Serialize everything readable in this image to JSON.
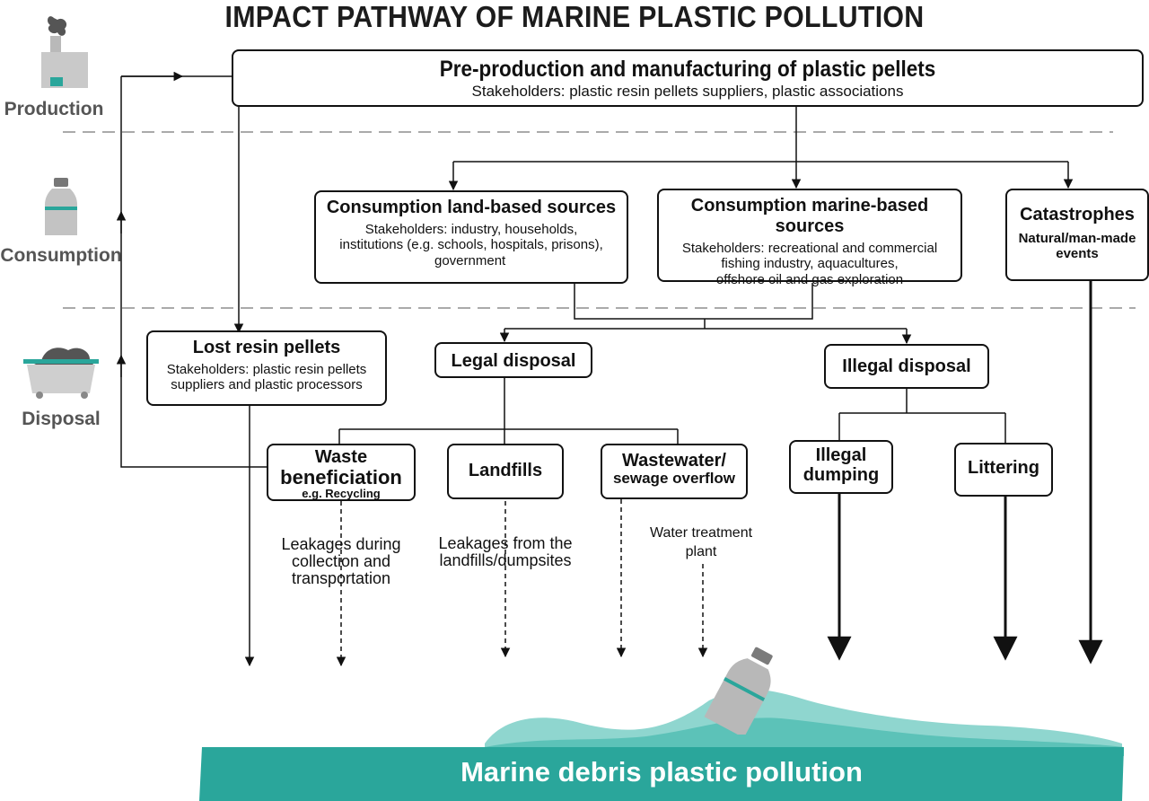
{
  "title": "IMPACT PATHWAY OF MARINE PLASTIC POLLUTION",
  "stages": {
    "production": "Production",
    "consumption": "Consumption",
    "disposal": "Disposal"
  },
  "boxes": {
    "preproduction": {
      "heading": "Pre-production and manufacturing of plastic pellets",
      "stakeholders": "Stakeholders: plastic resin pellets suppliers, plastic associations"
    },
    "land_based": {
      "heading": "Consumption land-based sources",
      "line1": "Stakeholders: industry, households,",
      "line2": "institutions (e.g. schools, hospitals, prisons),",
      "line3": "government"
    },
    "marine_based": {
      "heading": "Consumption marine-based sources",
      "line1": "Stakeholders: recreational and commercial",
      "line2": "fishing industry, aquacultures,",
      "line3": "offshore oil and gas exploration"
    },
    "catastrophes": {
      "heading": "Catastrophes",
      "line1": "Natural/man-made",
      "line2": "events"
    },
    "lost_pellets": {
      "heading": "Lost resin pellets",
      "line1": "Stakeholders: plastic resin pellets",
      "line2": "suppliers and plastic processors"
    },
    "legal_disposal": {
      "heading": "Legal disposal"
    },
    "illegal_disposal": {
      "heading": "Illegal disposal"
    },
    "waste_beneficiation": {
      "line1": "Waste",
      "line2": "beneficiation",
      "sub": "e.g. Recycling"
    },
    "landfills": {
      "heading": "Landfills"
    },
    "wastewater": {
      "line1": "Wastewater/",
      "line2": "sewage overflow"
    },
    "illegal_dumping": {
      "line1": "Illegal",
      "line2": "dumping"
    },
    "littering": {
      "heading": "Littering"
    }
  },
  "leakage_labels": {
    "collection": {
      "line1": "Leakages during",
      "line2": "collection and",
      "line3": "transportation"
    },
    "landfill": {
      "line1": "Leakages from the",
      "line2": "landfills/dumpsites"
    },
    "treatment": {
      "line1": "Water treatment",
      "line2": "plant"
    }
  },
  "sea": {
    "label": "Marine debris plastic pollution",
    "color": "#2aa69b",
    "wave_color": "#8fd6cf"
  },
  "icons": [
    "factory-icon",
    "bottle-icon",
    "dumpster-icon",
    "floating-bottle-icon"
  ]
}
